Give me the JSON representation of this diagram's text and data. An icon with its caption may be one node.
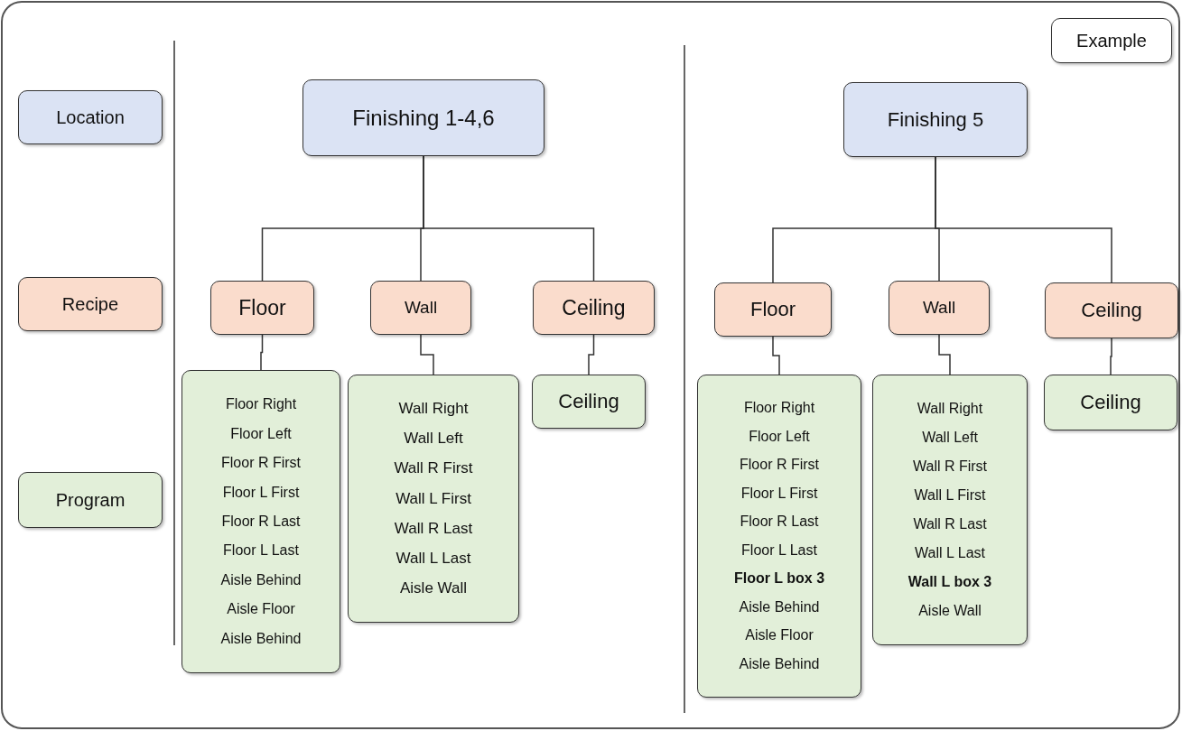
{
  "diagram": {
    "nodes": [
      {
        "text": [
          "Location"
        ]
      },
      {
        "text": [
          "Recipe"
        ]
      },
      {
        "text": [
          "Program"
        ]
      },
      {
        "text": [
          "Example"
        ]
      },
      {
        "text": [
          "Finishing 1-4,6"
        ]
      },
      {
        "text": [
          "Floor"
        ]
      },
      {
        "text": [
          "Wall"
        ]
      },
      {
        "text": [
          "Ceiling"
        ]
      },
      {
        "text": [
          "Floor Right",
          "Floor Left",
          "Floor R First",
          "Floor L First",
          "Floor R Last",
          "Floor L Last",
          "Aisle Behind",
          "Aisle Floor",
          "Aisle Behind"
        ]
      },
      {
        "text": [
          "Wall Right",
          "Wall Left",
          "Wall R First",
          "Wall L First",
          "Wall R Last",
          "Wall L Last",
          "Aisle Wall"
        ]
      },
      {
        "text": [
          "Ceiling"
        ]
      },
      {
        "text": [
          "Finishing 5"
        ]
      },
      {
        "text": [
          "Floor"
        ]
      },
      {
        "text": [
          "Wall"
        ]
      },
      {
        "text": [
          "Ceiling"
        ]
      },
      {
        "text": [
          "Floor Right",
          "Floor Left",
          "Floor R First",
          "Floor L First",
          "Floor R Last",
          "Floor L Last",
          "**Floor L box 3**",
          "Aisle Behind",
          "Aisle Floor",
          "Aisle Behind"
        ]
      },
      {
        "text": [
          "Wall Right",
          "Wall Left",
          "Wall R First",
          "Wall L First",
          "Wall R Last",
          "Wall L Last",
          "**Wall L box 3**",
          "Aisle Wall"
        ]
      },
      {
        "text": [
          "Ceiling"
        ]
      }
    ],
    "edges": [
      {
        "from": 4,
        "to": 5,
        "arrow": "none"
      },
      {
        "from": 4,
        "to": 6,
        "arrow": "none"
      },
      {
        "from": 4,
        "to": 7,
        "arrow": "none"
      },
      {
        "from": 5,
        "to": 8,
        "arrow": "none"
      },
      {
        "from": 6,
        "to": 9,
        "arrow": "none"
      },
      {
        "from": 7,
        "to": 10,
        "arrow": "none"
      },
      {
        "from": 11,
        "to": 12,
        "arrow": "none"
      },
      {
        "from": 11,
        "to": 13,
        "arrow": "none"
      },
      {
        "from": 11,
        "to": 14,
        "arrow": "none"
      },
      {
        "from": 12,
        "to": 15,
        "arrow": "none"
      },
      {
        "from": 13,
        "to": 16,
        "arrow": "none"
      },
      {
        "from": 14,
        "to": 17,
        "arrow": "none"
      }
    ]
  }
}
